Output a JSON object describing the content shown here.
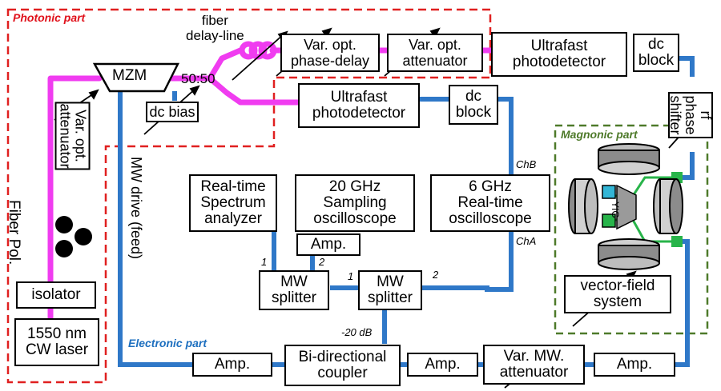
{
  "colors": {
    "photonic": "#f03cf0",
    "electronic": "#2f78c8",
    "dashed_red": "#e02020",
    "dashed_green": "#4e7a2a",
    "microstrip": "#28b44a",
    "photonic_title": "#e0101a",
    "electronic_title": "#1d6fbf",
    "magnonic_title": "#4e7a2a"
  },
  "regions": {
    "photonic": "Photonic part",
    "electronic": "Electronic part",
    "magnonic": "Magnonic part"
  },
  "components": {
    "laser": "1550 nm\nCW laser",
    "isolator": "isolator",
    "fiber_pol": "Fiber Pol.",
    "var_opt_atten_left": "Var. opt.\nattenuator",
    "mzm": "MZM",
    "dc_bias": "dc bias",
    "splitter_ratio": "50:50",
    "fiber_delay": "fiber\ndelay-line",
    "var_opt_phase": "Var. opt.\nphase-delay",
    "var_opt_atten_top": "Var. opt.\nattenuator",
    "photodetector_top": "Ultrafast\nphotodetector",
    "dc_block_top": "dc\nblock",
    "rf_phase_shifter": "rf phase\nshifter",
    "photodetector_mid": "Ultrafast\nphotodetector",
    "dc_block_mid": "dc\nblock",
    "spectrum_analyzer": "Real-time\nSpectrum\nanalyzer",
    "sampling_scope": "20 GHz\nSampling\noscilloscope",
    "realtime_scope": "6 GHz\nReal-time\noscilloscope",
    "amp_small": "Amp.",
    "mw_splitter_left": "MW\nsplitter",
    "mw_splitter_right": "MW\nsplitter",
    "bidir_coupler": "Bi-directional\ncoupler",
    "amp_left": "Amp.",
    "amp_mid": "Amp.",
    "var_mw_atten": "Var. MW.\nattenuator",
    "amp_right": "Amp.",
    "vector_field": "vector-field\nsystem",
    "yig": "YIG",
    "mw_drive": "MW drive (feed)"
  },
  "port_labels": {
    "chB": "ChB",
    "chA": "ChA",
    "p1_left": "1",
    "p2_left": "2",
    "p1_right": "1",
    "p2_right": "2",
    "minus20db": "-20 dB"
  }
}
